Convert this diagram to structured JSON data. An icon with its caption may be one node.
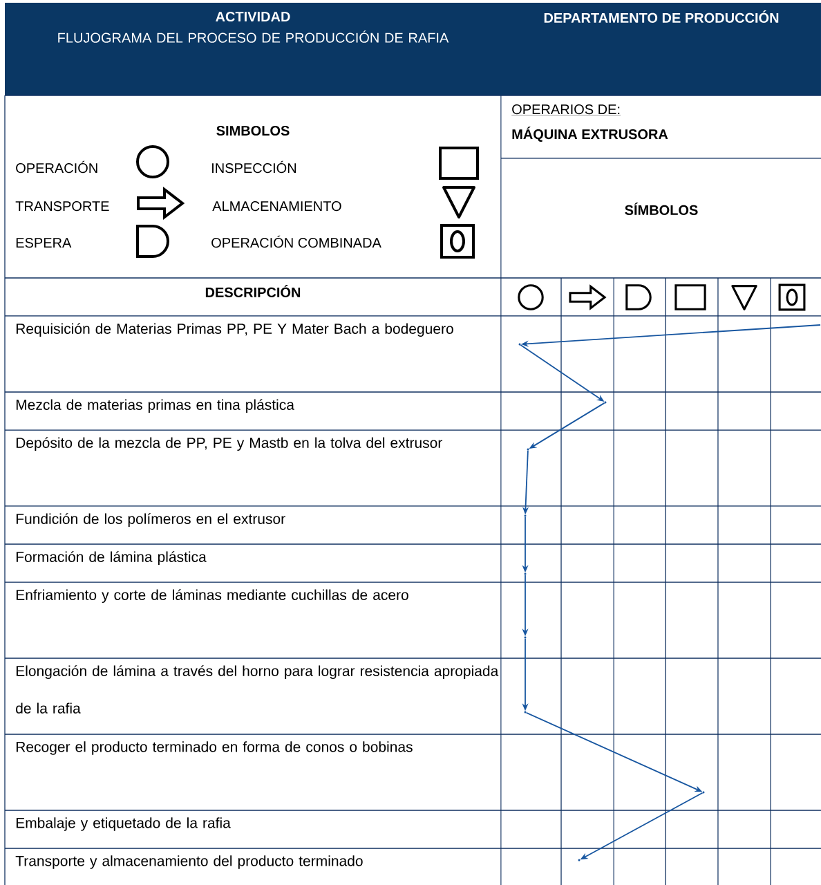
{
  "diagram": {
    "nodes": [
      {
        "text": [],
        "shape": "circle"
      },
      {
        "text": [],
        "shape": "circle"
      },
      {
        "text": [],
        "shape": "circle"
      },
      {
        "text": [],
        "shape": "circle"
      },
      {
        "text": [],
        "shape": "circle"
      },
      {
        "text": [],
        "shape": "circle"
      },
      {
        "text": [],
        "shape": "circle"
      },
      {
        "text": [],
        "shape": "circle"
      },
      {
        "text": [],
        "shape": "circle"
      }
    ],
    "edges": [
      {
        "from": null,
        "to": 0,
        "arrow": "to"
      },
      {
        "from": 0,
        "to": 1,
        "arrow": "to"
      },
      {
        "from": 1,
        "to": 2,
        "arrow": "to"
      },
      {
        "from": 2,
        "to": 3,
        "arrow": "to"
      },
      {
        "from": 3,
        "to": 4,
        "arrow": "to"
      },
      {
        "from": 4,
        "to": 5,
        "arrow": "to"
      },
      {
        "from": 5,
        "to": 6,
        "arrow": "to"
      },
      {
        "from": 6,
        "to": 7,
        "arrow": "to"
      },
      {
        "from": 7,
        "to": 8,
        "arrow": "to"
      }
    ],
    "labels": [
      "ACTIVIDAD",
      "FLUJOGRAMA DEL PROCESO DE PRODUCCIÓN DE RAFIA",
      "DEPARTAMENTO DE PRODUCCIÓN",
      "SIMBOLOS",
      "OPERARIOS DE:",
      "MÁQUINA EXTRUSORA",
      "SÍMBOLOS",
      "DESCRIPCIÓN",
      "Requisición de Materias Primas PP, PE Y Mater Bach a bodeguero",
      "Mezcla de materias primas en tina plástica",
      "Depósito de la mezcla de PP, PE y Mastb en la tolva del extrusor",
      "Fundición de los polímeros en el extrusor",
      "Formación de lámina plástica",
      "Enfriamiento y corte de láminas mediante cuchillas de acero",
      "Elongación de lámina a través del horno para lograr resistencia apropiada de la rafia",
      "Recoger el producto terminado en forma de conos o bobinas",
      "Embalaje y etiquetado de la rafia",
      "Transporte y almacenamiento del producto terminado"
    ],
    "legend": [
      {
        "text": "OPERACIÓN"
      },
      {
        "text": "TRANSPORTE"
      },
      {
        "text": "ESPERA"
      },
      {
        "text": "INSPECCIÓN"
      },
      {
        "text": "ALMACENAMIENTO"
      },
      {
        "text": "OPERACIÓN COMBINADA"
      }
    ]
  }
}
